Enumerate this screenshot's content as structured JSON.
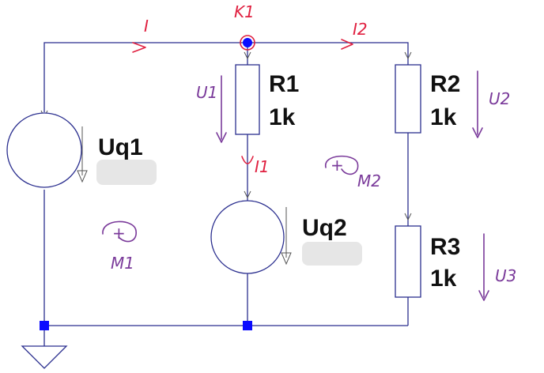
{
  "components": {
    "uq1": {
      "label": "Uq1"
    },
    "uq2": {
      "label": "Uq2"
    },
    "r1": {
      "name": "R1",
      "value": "1k"
    },
    "r2": {
      "name": "R2",
      "value": "1k"
    },
    "r3": {
      "name": "R3",
      "value": "1k"
    }
  },
  "annotations": {
    "node_k1": "K1",
    "current_i": "I",
    "current_i1": "I1",
    "current_i2": "I2",
    "voltage_u1": "U1",
    "voltage_u2": "U2",
    "voltage_u3": "U3",
    "mesh_m1": "M1",
    "mesh_m2": "M2",
    "plus": "+"
  },
  "colors": {
    "wire": "#2b2f8f",
    "node": "#0b0bff",
    "red_ink": "#e02040",
    "purple_ink": "#7a3a9a"
  }
}
